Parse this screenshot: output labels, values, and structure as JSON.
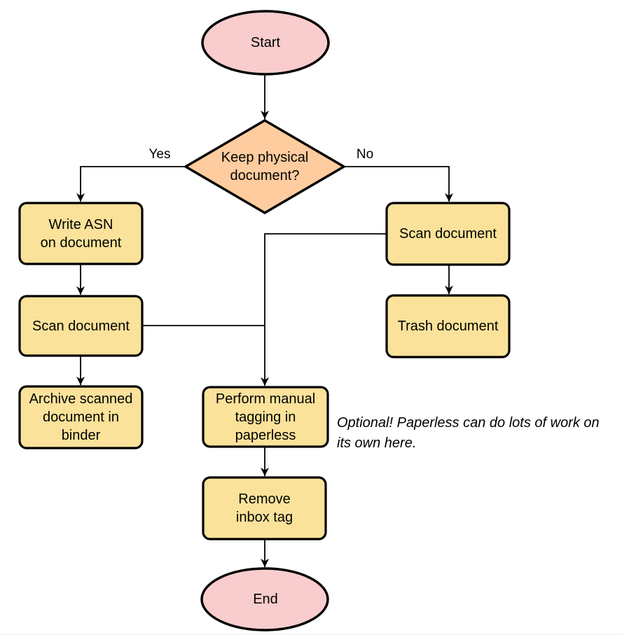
{
  "colors": {
    "background": "#ffffff",
    "terminal_fill": "#f9cdcd",
    "decision_fill": "#ffcc9f",
    "process_fill": "#fae29a",
    "shape_stroke": "#000000",
    "connector": "#000000",
    "text": "#000000",
    "bottom_border": "#ececec"
  },
  "nodes": {
    "start": {
      "type": "terminal",
      "label": "Start"
    },
    "decision": {
      "type": "decision",
      "label": "Keep physical\ndocument?"
    },
    "write_asn": {
      "type": "process",
      "label": "Write ASN\non document"
    },
    "scan_left": {
      "type": "process",
      "label": "Scan document"
    },
    "archive": {
      "type": "process",
      "label": "Archive scanned\ndocument in\nbinder"
    },
    "scan_right": {
      "type": "process",
      "label": "Scan document"
    },
    "trash": {
      "type": "process",
      "label": "Trash document"
    },
    "tagging": {
      "type": "process",
      "label": "Perform manual\ntagging in\npaperless"
    },
    "remove_inbox": {
      "type": "process",
      "label": "Remove\ninbox tag"
    },
    "end": {
      "type": "terminal",
      "label": "End"
    }
  },
  "edges": {
    "yes_label": "Yes",
    "no_label": "No"
  },
  "annotation": {
    "text": "Optional! Paperless can do lots of work on\nits own here."
  }
}
